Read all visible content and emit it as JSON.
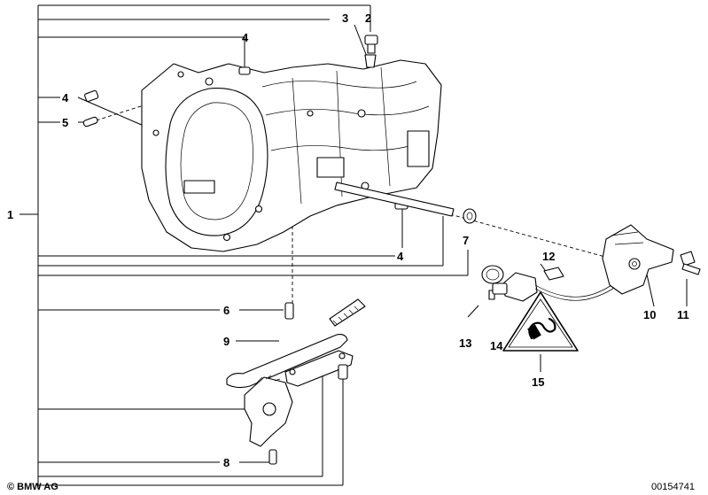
{
  "diagram": {
    "callouts": [
      "1",
      "2",
      "3",
      "4",
      "4",
      "5",
      "4",
      "4",
      "6",
      "7",
      "8",
      "9",
      "10",
      "11",
      "12",
      "13",
      "14",
      "15"
    ],
    "copyright": "© BMW AG",
    "drawing_number": "00154741"
  }
}
